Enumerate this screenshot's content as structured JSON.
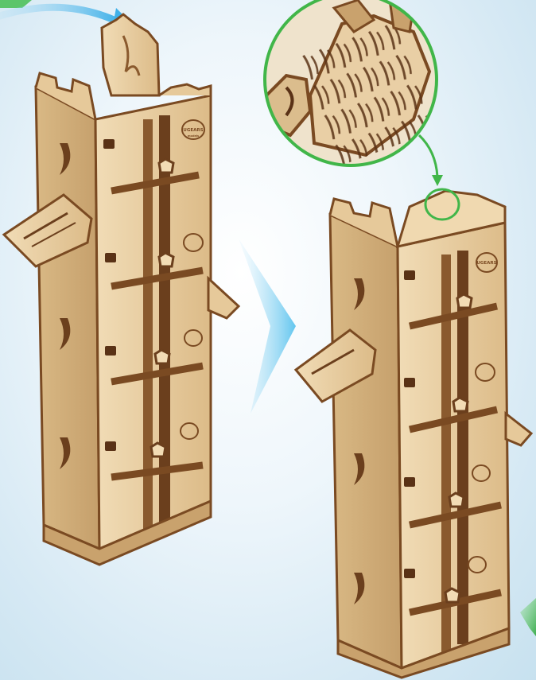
{
  "brand": {
    "logo_text": "UGEARS",
    "logo_subtext": "models"
  },
  "colors": {
    "background_light": "#ffffff",
    "background_edge": "#c7e1ef",
    "wood_face": "#e9cfa5",
    "wood_shade": "#cfae7c",
    "wood_edge": "#7a4a22",
    "wood_dark": "#5a3216",
    "arrow_blue": "#4fb8ea",
    "detail_ring_green": "#41b649",
    "hint_arrow_green": "#5cc56a"
  },
  "illustration": {
    "before_step": "tower-with-raised-top-panel",
    "after_step": "tower-with-assembled-top",
    "detail_view": "slot-tab-closeup"
  }
}
